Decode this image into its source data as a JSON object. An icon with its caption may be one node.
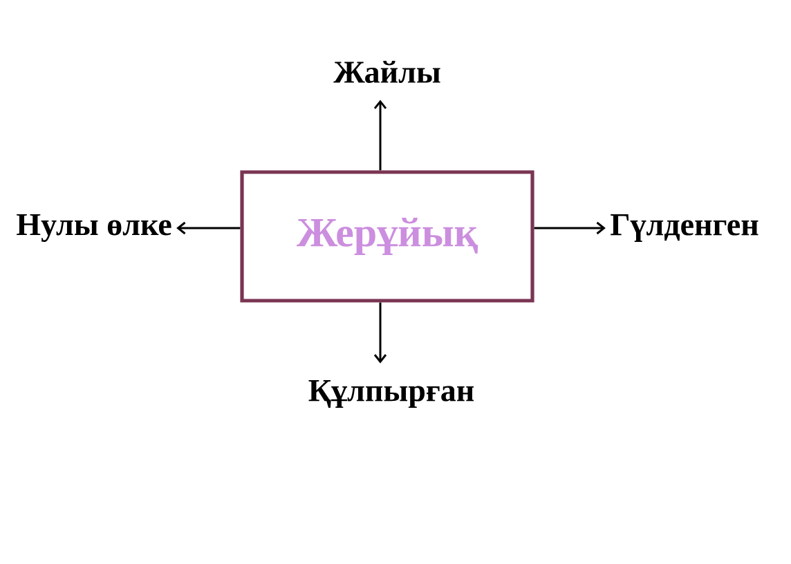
{
  "diagram": {
    "nodes": [
      {
        "text": [
          "Жерұйық"
        ]
      },
      {
        "text": [
          "Жайлы"
        ]
      },
      {
        "text": [
          "Нулы өлке"
        ]
      },
      {
        "text": [
          "Гүлденген"
        ]
      },
      {
        "text": [
          "Құлпырған"
        ]
      }
    ],
    "edges": [
      {
        "from": 0,
        "to": 1,
        "arrow": "to"
      },
      {
        "from": 0,
        "to": 2,
        "arrow": "to"
      },
      {
        "from": 0,
        "to": 3,
        "arrow": "to"
      },
      {
        "from": 0,
        "to": 4,
        "arrow": "to"
      }
    ]
  }
}
